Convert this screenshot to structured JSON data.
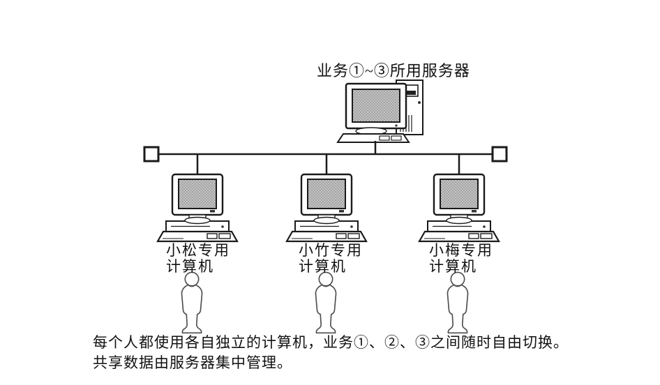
{
  "diagram": {
    "server_label": "业务①~③所用服务器",
    "clients": [
      {
        "owner_line": "小松专用",
        "machine_line": "计算机"
      },
      {
        "owner_line": "小竹专用",
        "machine_line": "计算机"
      },
      {
        "owner_line": "小梅专用",
        "machine_line": "计算机"
      }
    ],
    "caption": {
      "line1": "每个人都使用各自独立的计算机，业务①、②、③之间随时自由切换。",
      "line2": "共享数据由服务器集中管理。"
    },
    "icons": {
      "server": "server-computer-icon",
      "client": "client-computer-icon",
      "person": "person-icon",
      "terminator": "bus-terminator-icon"
    },
    "colors": {
      "line": "#1a1a1a",
      "screen_fill": "#bdbdbd",
      "screen_dot": "#8f8f8f",
      "background": "#ffffff",
      "text": "#111111"
    }
  }
}
